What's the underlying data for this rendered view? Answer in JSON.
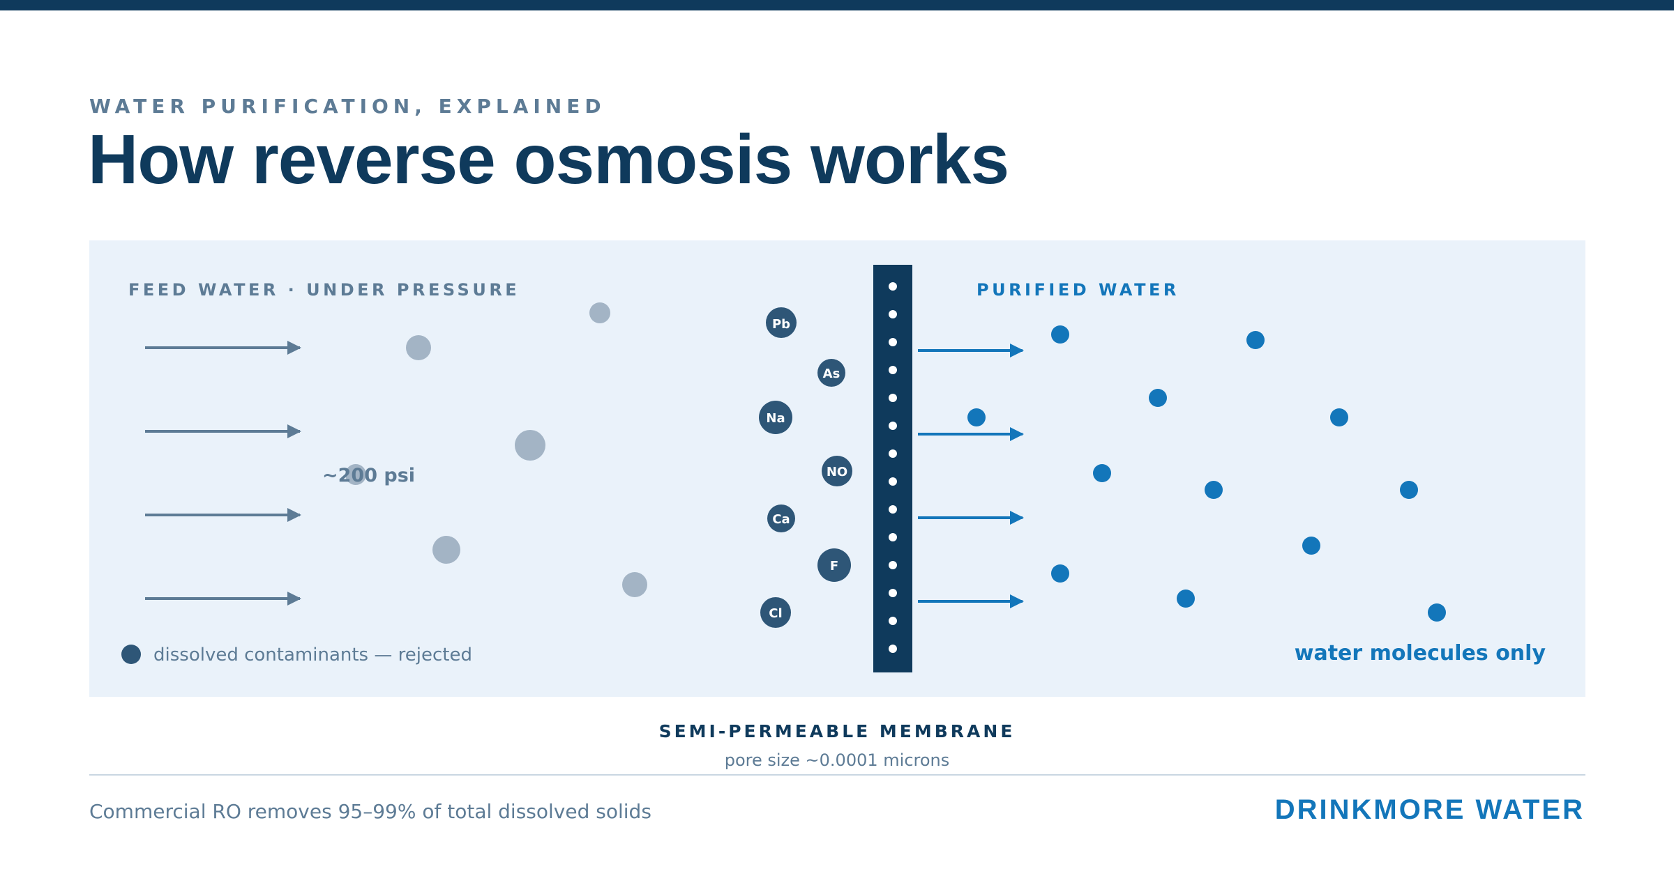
{
  "eyebrow": "WATER PURIFICATION, EXPLAINED",
  "title": "How reverse osmosis works",
  "diagram": {
    "feed_label": "FEED WATER · UNDER PRESSURE",
    "pressure_label": "~200 psi",
    "purified_label": "PURIFIED WATER",
    "legend_label": "dissolved contaminants — rejected",
    "water_only_label": "water molecules only",
    "contaminants": [
      "Pb",
      "As",
      "Na",
      "NO",
      "Ca",
      "F",
      "Cl"
    ]
  },
  "membrane": {
    "title": "SEMI-PERMEABLE MEMBRANE",
    "subtitle": "pore size ~0.0001 microns"
  },
  "footer": {
    "note": "Commercial RO removes 95–99% of total dissolved solids",
    "brand": "DRINKMORE WATER"
  },
  "colors": {
    "navy": "#0f3a5c",
    "slate": "#5d7b95",
    "blue": "#1376ba",
    "panel": "#eaf2fa",
    "particle": "#a3b4c5",
    "contaminant": "#2e5677"
  }
}
